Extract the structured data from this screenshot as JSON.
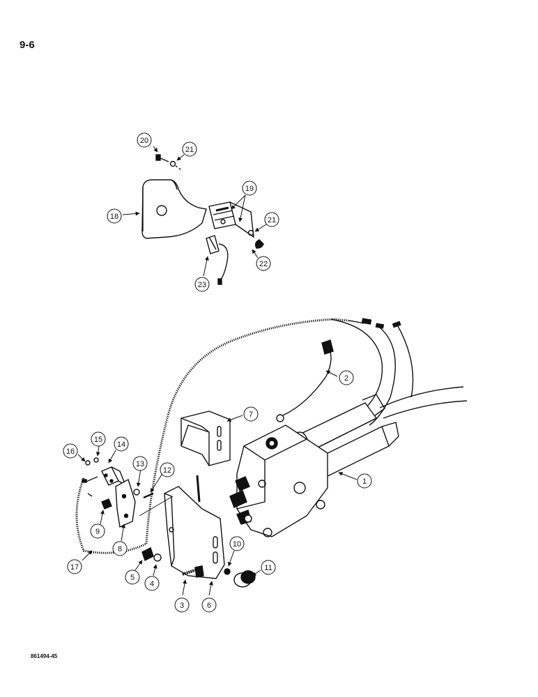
{
  "page": {
    "page_number": "9-6",
    "drawing_code": "861494-45"
  },
  "colors": {
    "ink": "#111111",
    "paper": "#ffffff"
  },
  "callouts": [
    {
      "id": "c1",
      "label": "1"
    },
    {
      "id": "c2",
      "label": "2"
    },
    {
      "id": "c3",
      "label": "3"
    },
    {
      "id": "c4",
      "label": "4"
    },
    {
      "id": "c5",
      "label": "5"
    },
    {
      "id": "c6",
      "label": "6"
    },
    {
      "id": "c7",
      "label": "7"
    },
    {
      "id": "c8",
      "label": "8"
    },
    {
      "id": "c9",
      "label": "9"
    },
    {
      "id": "c10",
      "label": "10"
    },
    {
      "id": "c11",
      "label": "11"
    },
    {
      "id": "c12",
      "label": "12"
    },
    {
      "id": "c13",
      "label": "13"
    },
    {
      "id": "c14",
      "label": "14"
    },
    {
      "id": "c15",
      "label": "15"
    },
    {
      "id": "c16",
      "label": "16"
    },
    {
      "id": "c17",
      "label": "17"
    },
    {
      "id": "c18",
      "label": "18"
    },
    {
      "id": "c19",
      "label": "19"
    },
    {
      "id": "c20",
      "label": "20"
    },
    {
      "id": "c21a",
      "label": "21"
    },
    {
      "id": "c21b",
      "label": "21"
    },
    {
      "id": "c22",
      "label": "22"
    },
    {
      "id": "c23",
      "label": "23"
    }
  ]
}
